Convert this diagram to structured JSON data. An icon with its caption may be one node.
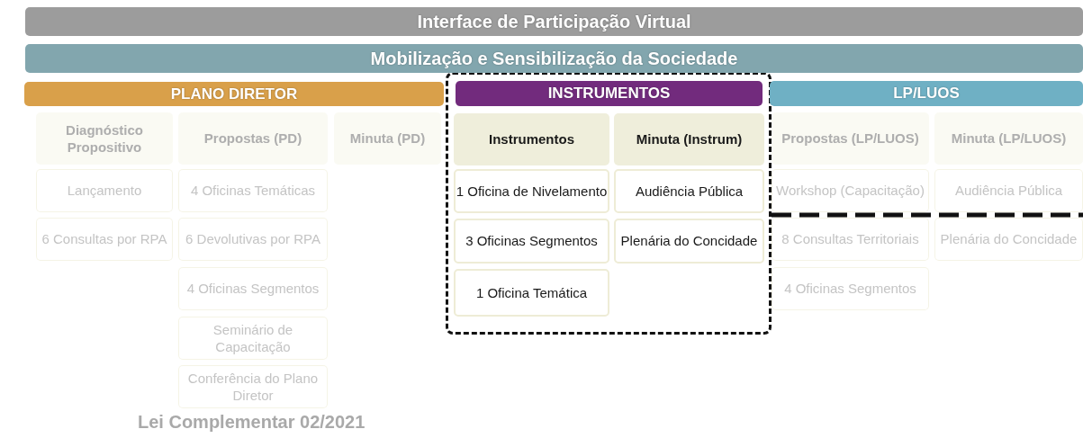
{
  "diagram": {
    "nodes": [
      {
        "text": [
          "Interface de Participação Virtual"
        ]
      },
      {
        "text": [
          "Mobilização e Sensibilização da Sociedade"
        ]
      },
      {
        "text": [
          "PLANO DIRETOR"
        ]
      },
      {
        "text": [
          "Diagnóstico Propositivo"
        ]
      },
      {
        "text": [
          "Lançamento"
        ]
      },
      {
        "text": [
          "6 Consultas por RPA"
        ]
      },
      {
        "text": [
          "Propostas (PD)"
        ]
      },
      {
        "text": [
          "4 Oficinas Temáticas"
        ]
      },
      {
        "text": [
          "6 Devolutivas por RPA"
        ]
      },
      {
        "text": [
          "4 Oficinas Segmentos"
        ]
      },
      {
        "text": [
          "Seminário de Capacitação"
        ]
      },
      {
        "text": [
          "Conferência do Plano Diretor"
        ]
      },
      {
        "text": [
          "Minuta (PD)"
        ]
      },
      {
        "text": [],
        "shape": "box"
      },
      {
        "text": [
          "INSTRUMENTOS"
        ],
        "in": 13
      },
      {
        "text": [
          "Instrumentos"
        ],
        "in": 13
      },
      {
        "text": [
          "1 Oficina de Nivelamento"
        ],
        "in": 13
      },
      {
        "text": [
          "3 Oficinas Segmentos"
        ],
        "in": 13
      },
      {
        "text": [
          "1 Oficina Temática"
        ],
        "in": 13
      },
      {
        "text": [
          "Minuta (Instrum)"
        ],
        "in": 13
      },
      {
        "text": [
          "Audiência Pública"
        ],
        "in": 13
      },
      {
        "text": [
          "Plenária do Concidade"
        ],
        "in": 13
      },
      {
        "text": [
          "LP/LUOS"
        ]
      },
      {
        "text": [
          "Propostas (LP/LUOS)"
        ]
      },
      {
        "text": [
          "Workshop (Capacitação)"
        ]
      },
      {
        "text": [
          "8 Consultas Territoriais"
        ]
      },
      {
        "text": [
          "4 Oficinas Segmentos"
        ]
      },
      {
        "text": [
          "Minuta (LP/LUOS)"
        ]
      },
      {
        "text": [
          "Audiência Pública"
        ]
      },
      {
        "text": [
          "Plenária do Concidade"
        ]
      }
    ],
    "labels": [
      "Lei Complementar 02/2021"
    ]
  }
}
